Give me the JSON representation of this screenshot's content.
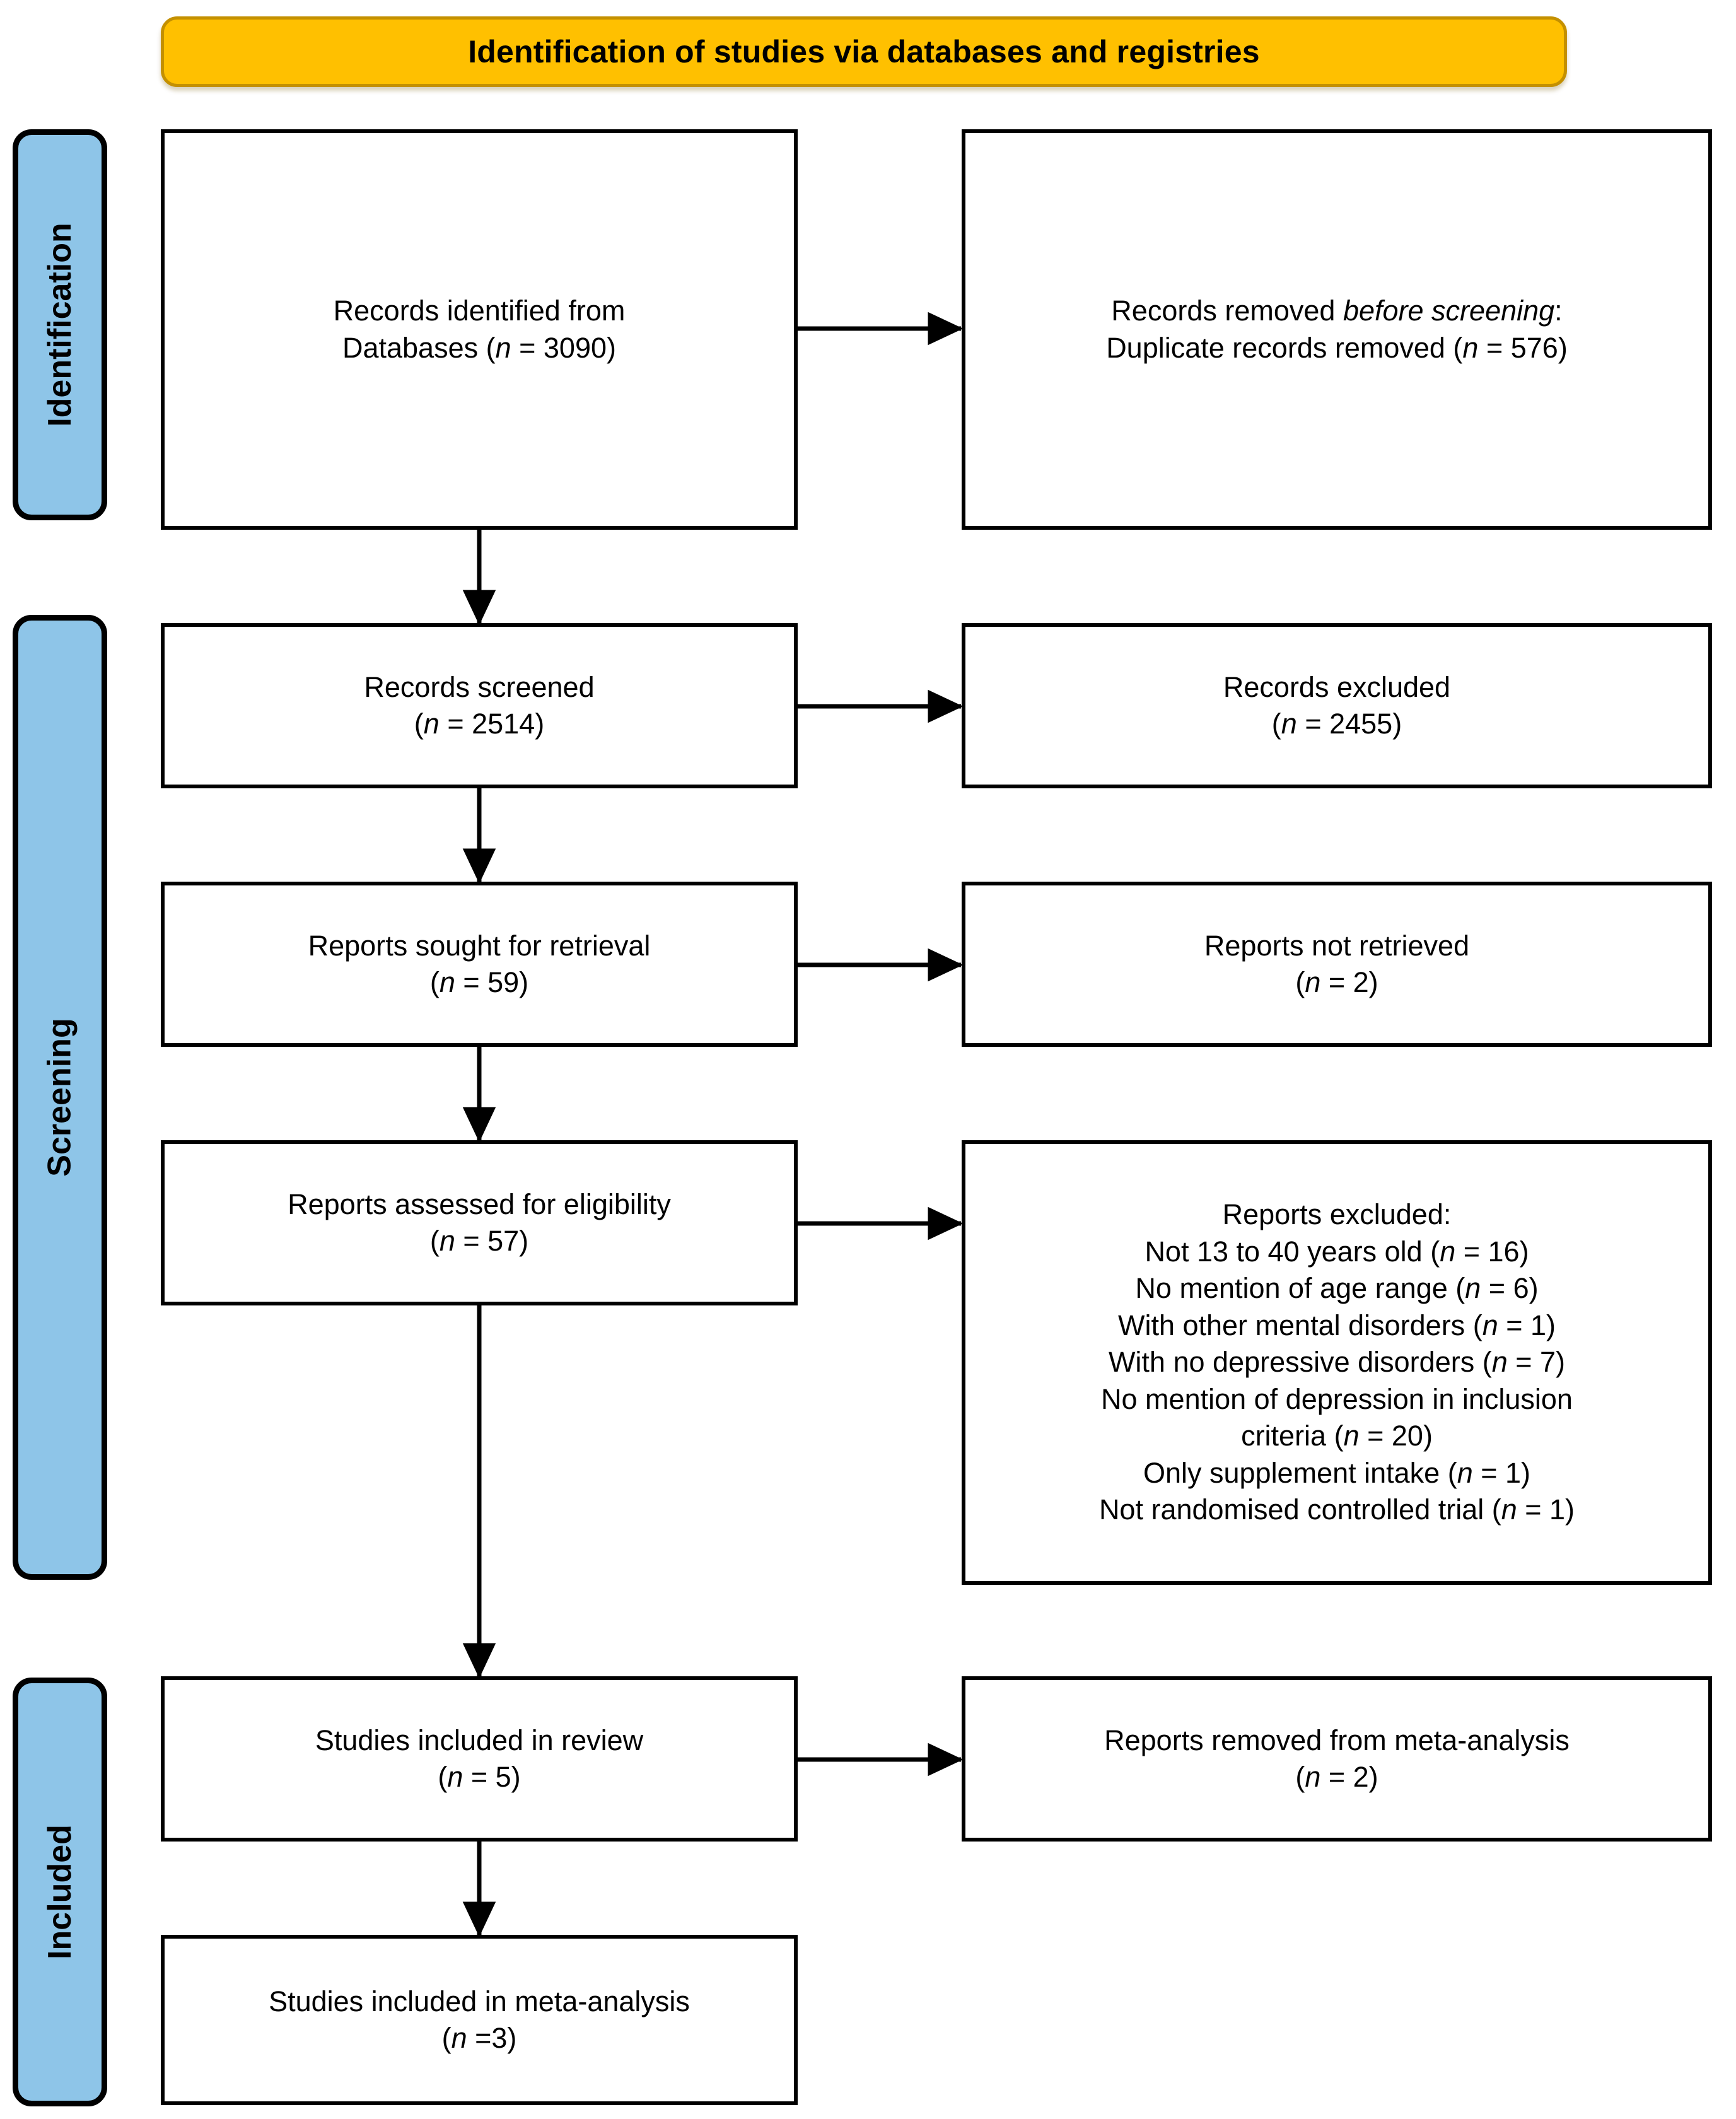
{
  "banner": {
    "title": "Identification of studies via databases and registries",
    "fill": "#FFC000",
    "border": "#C49000"
  },
  "stages": [
    {
      "id": "identification",
      "label": "Identification"
    },
    {
      "id": "screening",
      "label": "Screening"
    },
    {
      "id": "included",
      "label": "Included"
    }
  ],
  "stage_fill": "#8EC5E8",
  "nodes": {
    "records_identified": {
      "lines": [
        {
          "text": "Records identified from"
        },
        {
          "pre": "Databases (",
          "ital": "n",
          "post": " = 3090)"
        }
      ]
    },
    "records_removed": {
      "lines": [
        {
          "pre": "Records removed ",
          "ital": "before screening",
          "post": ":"
        },
        {
          "pre": "Duplicate records removed (",
          "ital": "n",
          "post": " = 576)"
        }
      ]
    },
    "records_screened": {
      "lines": [
        {
          "text": "Records screened"
        },
        {
          "pre": "(",
          "ital": "n",
          "post": " = 2514)"
        }
      ]
    },
    "records_excluded": {
      "lines": [
        {
          "text": "Records excluded"
        },
        {
          "pre": "(",
          "ital": "n",
          "post": " = 2455)"
        }
      ]
    },
    "reports_sought": {
      "lines": [
        {
          "text": "Reports sought for retrieval"
        },
        {
          "pre": "(",
          "ital": "n",
          "post": " = 59)"
        }
      ]
    },
    "reports_not_retrieved": {
      "lines": [
        {
          "text": "Reports not retrieved"
        },
        {
          "pre": "(",
          "ital": "n",
          "post": " = 2)"
        }
      ]
    },
    "reports_assessed": {
      "lines": [
        {
          "text": "Reports assessed for eligibility"
        },
        {
          "pre": "(",
          "ital": "n",
          "post": " = 57)"
        }
      ]
    },
    "reports_excluded": {
      "lines": [
        {
          "text": "Reports excluded:"
        },
        {
          "pre": "Not 13 to 40 years old (",
          "ital": "n",
          "post": " = 16)"
        },
        {
          "pre": "No mention of age range (",
          "ital": "n",
          "post": " = 6)"
        },
        {
          "pre": "With other mental disorders (",
          "ital": "n",
          "post": " = 1)"
        },
        {
          "pre": "With no depressive disorders (",
          "ital": "n",
          "post": " = 7)"
        },
        {
          "text": "No mention of depression in inclusion"
        },
        {
          "pre": "criteria (",
          "ital": "n",
          "post": " = 20)"
        },
        {
          "pre": "Only supplement intake (",
          "ital": "n",
          "post": " = 1)"
        },
        {
          "pre": "Not randomised controlled trial (",
          "ital": "n",
          "post": " = 1)"
        }
      ]
    },
    "studies_included_review": {
      "lines": [
        {
          "text": "Studies included in review"
        },
        {
          "pre": "(",
          "ital": "n",
          "post": " = 5)"
        }
      ]
    },
    "reports_removed_meta": {
      "lines": [
        {
          "text": "Reports removed from meta-analysis"
        },
        {
          "pre": "(",
          "ital": "n",
          "post": " = 2)"
        }
      ]
    },
    "studies_included_meta": {
      "lines": [
        {
          "text": "Studies included in meta-analysis"
        },
        {
          "pre": "(",
          "ital": "n",
          "post": " =3)"
        }
      ]
    }
  }
}
